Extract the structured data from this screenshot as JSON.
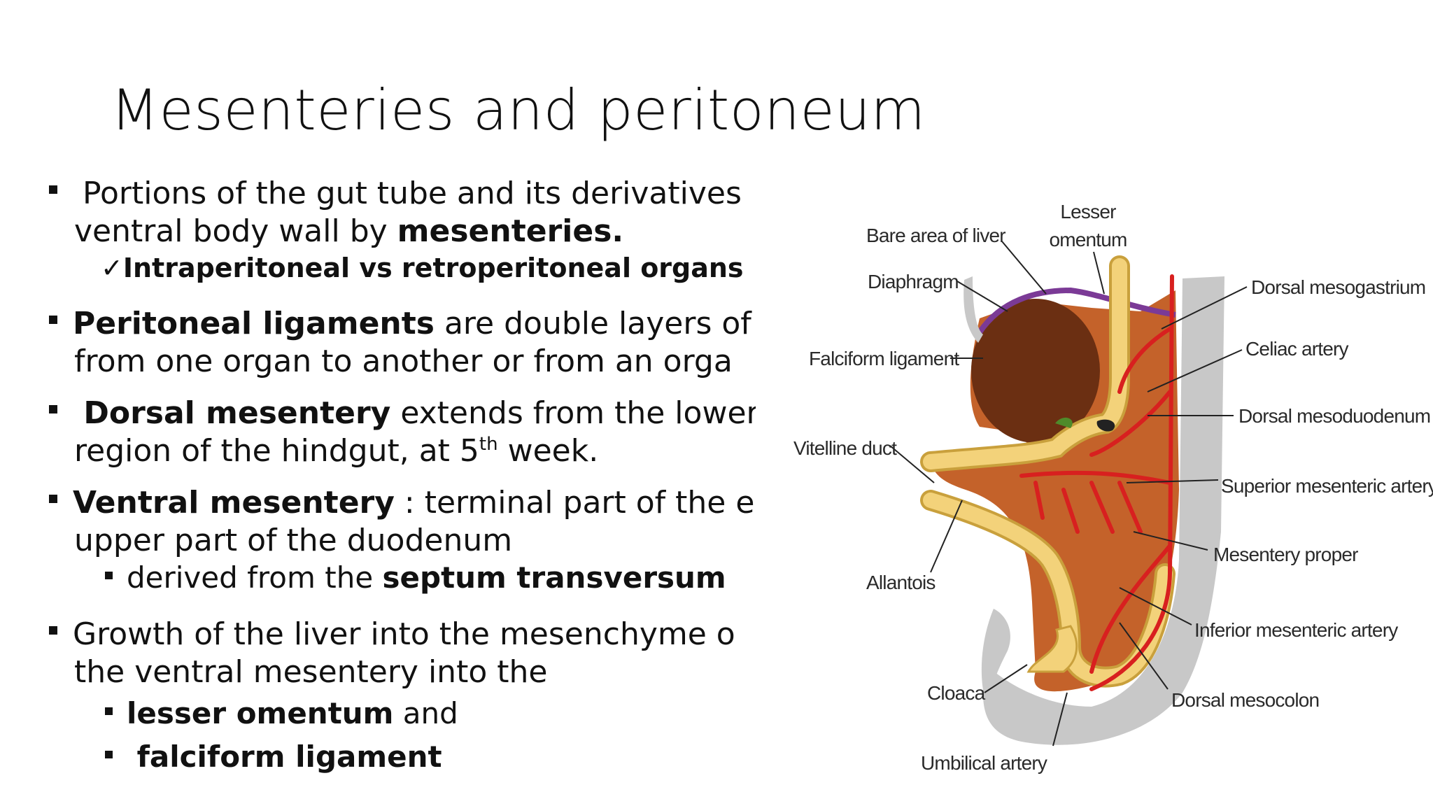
{
  "title": "Mesenteries and peritoneum",
  "bullets": {
    "b1": {
      "line1": " Portions of the gut tube and its derivatives",
      "line2_prefix": "ventral body wall by  ",
      "line2_bold": "mesenteries.",
      "check": "Intraperitoneal vs retroperitoneal organs"
    },
    "b2": {
      "bold": "Peritoneal ligaments",
      "line1_rest": " are double layers of p",
      "line2": "from one organ to another or from an orga"
    },
    "b3": {
      "bold": " Dorsal mesentery",
      "line1_rest": " extends from the lower",
      "line2_prefix": "region of the hindgut, at 5",
      "line2_sup": "th",
      "line2_suffix": " week."
    },
    "b4": {
      "bold": "Ventral mesentery",
      "line1_rest": " : terminal part of the es",
      "line2": "upper part of the duodenum",
      "sub_prefix": "derived from the  ",
      "sub_bold": "septum transversum"
    },
    "b5": {
      "line1": "Growth of the liver into the mesenchyme o",
      "line2": "the ventral mesentery into the",
      "sub1_bold": "lesser omentum",
      "sub1_rest": " and",
      "sub2_bold": " falciform ligament"
    }
  },
  "diagram_labels": {
    "lesser_omentum_1": "Lesser",
    "lesser_omentum_2": "omentum",
    "bare_area": "Bare area of liver",
    "diaphragm": "Diaphragm",
    "falciform": "Falciform ligament",
    "vitelline": "Vitelline duct",
    "allantois": "Allantois",
    "cloaca": "Cloaca",
    "umbilical": "Umbilical artery",
    "dorsal_mesogastrium": "Dorsal mesogastrium",
    "celiac": "Celiac artery",
    "dorsal_mesoduodenum": "Dorsal mesoduodenum",
    "superior_mesenteric": "Superior mesenteric artery",
    "mesentery_proper": "Mesentery proper",
    "inferior_mesenteric": "Inferior mesenteric artery",
    "dorsal_mesocolon": "Dorsal mesocolon"
  },
  "colors": {
    "gut_fill": "#f3d27a",
    "gut_stroke": "#c9a03c",
    "mesentery": "#c4622a",
    "liver": "#6b2f12",
    "artery": "#d8201f",
    "diaphragm": "#7b3a96",
    "body_wall": "#c8c8c8"
  }
}
